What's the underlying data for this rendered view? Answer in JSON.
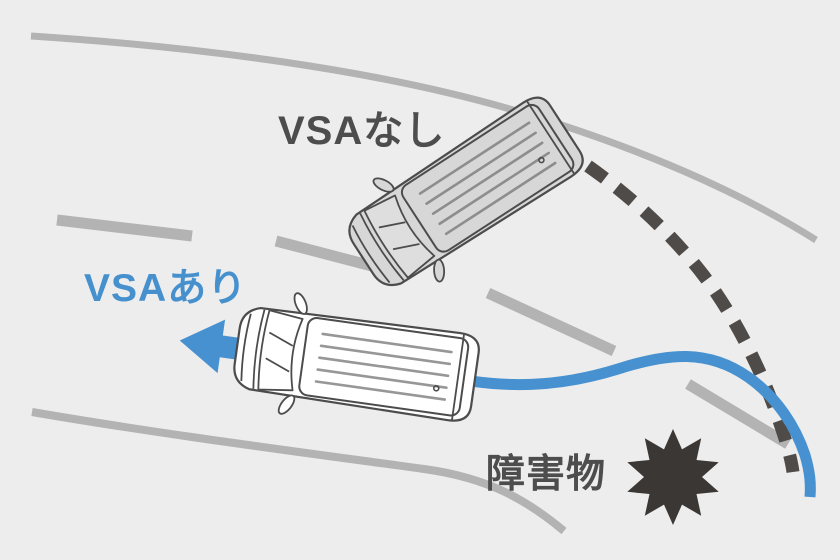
{
  "scene": {
    "labels": {
      "vsa_without": "VSAなし",
      "vsa_with": "VSAあり",
      "obstacle": "障害物"
    },
    "icons": {
      "obstacle_shape": "starburst-icon",
      "with_vsa_direction": "arrow-left-icon",
      "with_vsa_trajectory": "solid-curve-line",
      "without_vsa_trajectory": "dashed-curve-line"
    },
    "colors": {
      "background": "#ededed",
      "road_line": "#b3b3b3",
      "vsa_path_blue": "#4791d0",
      "skid_path_dark": "#4f4b49",
      "label_dark": "#4d4d4d",
      "label_blue": "#4590cd",
      "obstacle_fill": "#3b3734",
      "van_gray": "#d7d7d7",
      "van_white": "#ffffff",
      "van_outline": "#4c4c4c"
    }
  }
}
